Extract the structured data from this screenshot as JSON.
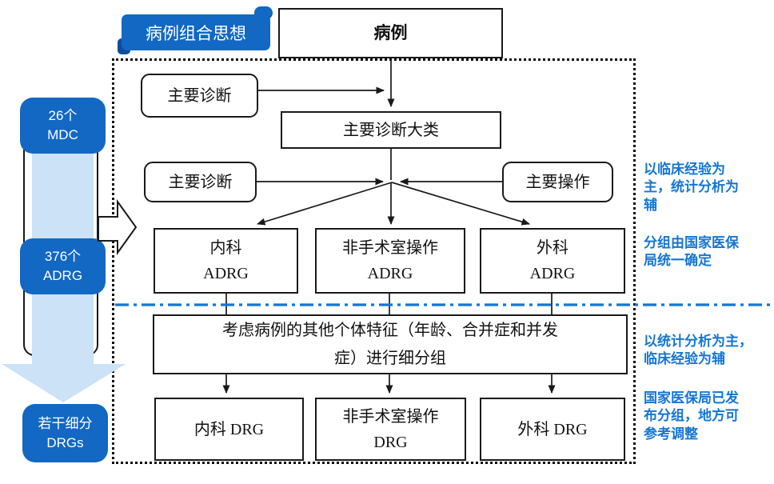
{
  "banner": {
    "label": "病例组合思想"
  },
  "case_box": {
    "label": "病例"
  },
  "left_rail": {
    "mdc": [
      "26个",
      "MDC"
    ],
    "adrg": [
      "376个",
      "ADRG"
    ],
    "drgs": [
      "若干细分",
      "DRGs"
    ]
  },
  "flowchart": {
    "primary_diagnosis_top": "主要诊断",
    "major_diagnostic_category": "主要诊断大类",
    "primary_diagnosis_mid": "主要诊断",
    "primary_operation": "主要操作",
    "adrg_row": {
      "internal": [
        "内科",
        "ADRG"
      ],
      "non_or": [
        "非手术室操作",
        "ADRG"
      ],
      "surgical": [
        "外科",
        "ADRG"
      ]
    },
    "subdivision": [
      "考虑病例的其他个体特征（年龄、合并症和并发",
      "症）进行细分组"
    ],
    "drg_row": {
      "internal": "内科 DRG",
      "non_or": [
        "非手术室操作",
        "DRG"
      ],
      "surgical": "外科 DRG"
    }
  },
  "annotations": {
    "upper_method": [
      "以临床经验为",
      "主，统计分析为",
      "辅"
    ],
    "upper_policy": [
      "分组由国家医保",
      "局统一确定"
    ],
    "lower_method": [
      "以统计分析为主，",
      "临床经验为辅"
    ],
    "lower_policy": [
      "国家医保局已发",
      "布分组，地方可",
      "参考调整"
    ]
  },
  "colors": {
    "badge_blue": "#1268C2",
    "badge_blue_dark": "#0B4E9E",
    "light_blue_arrow": "#CBE2F7",
    "annotation_blue": "#1576D2",
    "line_black": "#1a1a1a"
  }
}
